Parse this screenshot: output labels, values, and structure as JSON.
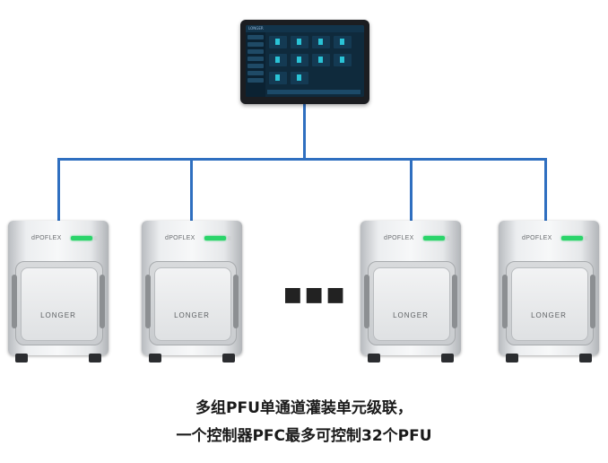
{
  "controller": {
    "screen_header": "LONGER"
  },
  "pumps": [
    {
      "brand": "dPOFLEX",
      "logo": "LONGER"
    },
    {
      "brand": "dPOFLEX",
      "logo": "LONGER"
    },
    {
      "brand": "dPOFLEX",
      "logo": "LONGER"
    },
    {
      "brand": "dPOFLEX",
      "logo": "LONGER"
    }
  ],
  "ellipsis": "■■■",
  "caption": {
    "line1": "多组PFU单通道灌装单元级联，",
    "line2": "一个控制器PFC最多可控制32个PFU"
  },
  "colors": {
    "wire": "#2f6fc0",
    "led": "#2bd46a"
  }
}
